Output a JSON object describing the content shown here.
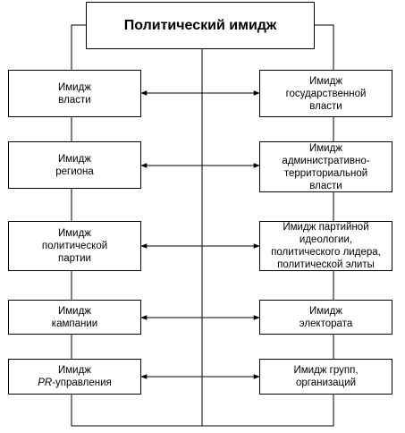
{
  "title": "Политический имидж",
  "left_boxes": [
    {
      "lines": [
        "Имидж",
        "власти"
      ]
    },
    {
      "lines": [
        "Имидж",
        "региона"
      ]
    },
    {
      "lines": [
        "Имидж",
        "политической",
        "партии"
      ]
    },
    {
      "lines": [
        "Имидж",
        "кампании"
      ]
    },
    {
      "lines": [
        "Имидж"
      ],
      "line2_italic": "PR",
      "line2_rest": "-управления"
    }
  ],
  "right_boxes": [
    {
      "lines": [
        "Имидж",
        "государственной",
        "власти"
      ]
    },
    {
      "lines": [
        "Имидж",
        "административно-",
        "территориальной",
        "власти"
      ]
    },
    {
      "lines": [
        "Имидж партийной",
        "идеологии,",
        "политического лидера,",
        "политической элиты"
      ]
    },
    {
      "lines": [
        "Имидж",
        "электората"
      ]
    },
    {
      "lines": [
        "Имидж групп,",
        "организаций"
      ]
    }
  ],
  "colors": {
    "line": "#000000",
    "background": "#ffffff"
  }
}
